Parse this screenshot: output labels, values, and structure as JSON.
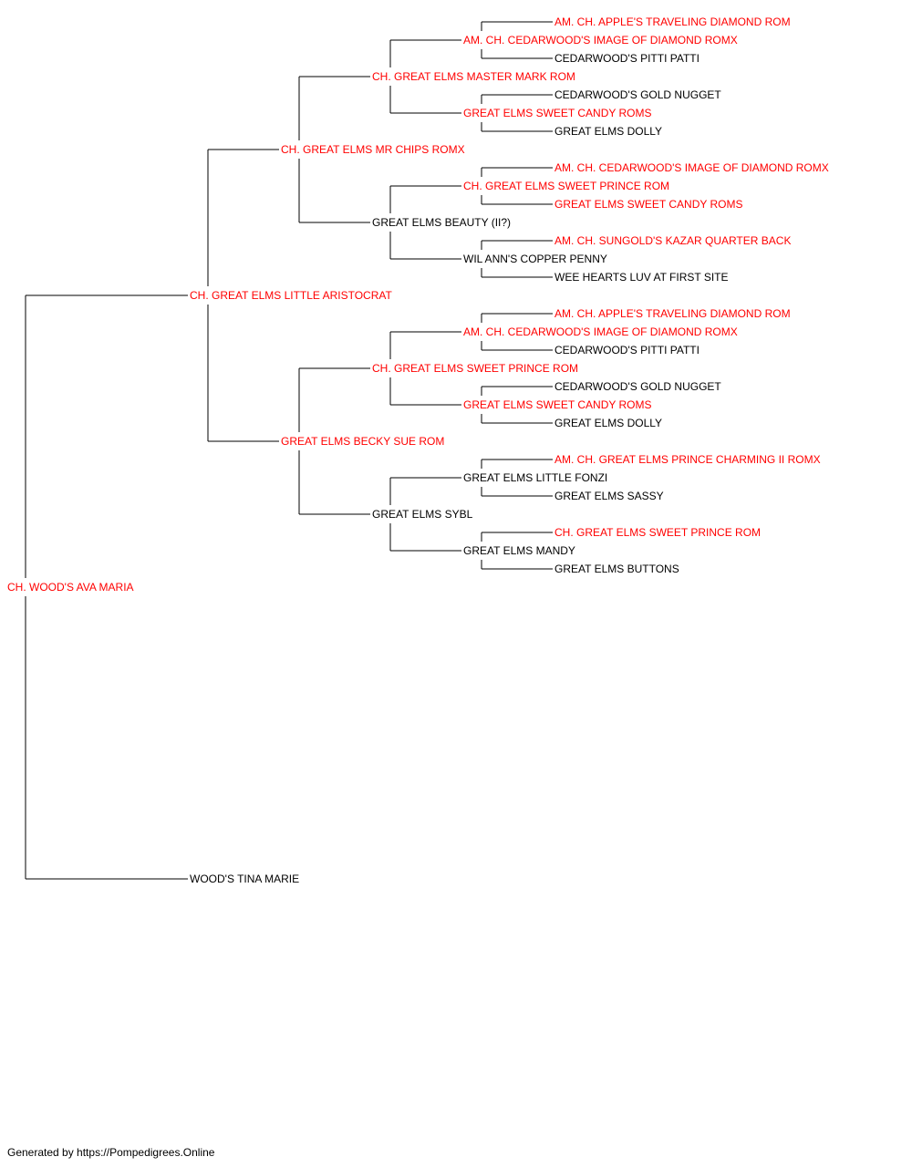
{
  "colors": {
    "titled": "#ff0000",
    "plain": "#000000",
    "line": "#000000"
  },
  "pedigree": {
    "subject": "CH. WOOD'S AVA MARIA",
    "sire": {
      "name": "CH. GREAT ELMS LITTLE ARISTOCRAT",
      "sire": {
        "name": "CH. GREAT ELMS MR CHIPS ROMX",
        "sire": {
          "name": "CH. GREAT ELMS MASTER MARK ROM",
          "sire": {
            "name": "AM. CH. CEDARWOOD'S IMAGE OF DIAMOND ROMX",
            "sire": "AM. CH. APPLE'S TRAVELING DIAMOND ROM",
            "dam": "CEDARWOOD'S PITTI PATTI"
          },
          "dam": {
            "name": "GREAT ELMS SWEET CANDY ROMS",
            "sire": "CEDARWOOD'S GOLD NUGGET",
            "dam": "GREAT ELMS DOLLY"
          }
        },
        "dam": {
          "name": "GREAT ELMS BEAUTY (II?)",
          "sire": {
            "name": "CH. GREAT ELMS SWEET PRINCE ROM",
            "sire": "AM. CH. CEDARWOOD'S IMAGE OF DIAMOND ROMX",
            "dam": "GREAT ELMS SWEET CANDY ROMS"
          },
          "dam": {
            "name": "WIL ANN'S COPPER PENNY",
            "sire": "AM. CH. SUNGOLD'S KAZAR QUARTER BACK",
            "dam": "WEE HEARTS LUV AT FIRST SITE"
          }
        }
      },
      "dam": {
        "name": "GREAT ELMS BECKY SUE ROM",
        "sire": {
          "name": "CH. GREAT ELMS SWEET PRINCE ROM",
          "sire": {
            "name": "AM. CH. CEDARWOOD'S IMAGE OF DIAMOND ROMX",
            "sire": "AM. CH. APPLE'S TRAVELING DIAMOND ROM",
            "dam": "CEDARWOOD'S PITTI PATTI"
          },
          "dam": {
            "name": "GREAT ELMS SWEET CANDY ROMS",
            "sire": "CEDARWOOD'S GOLD NUGGET",
            "dam": "GREAT ELMS DOLLY"
          }
        },
        "dam": {
          "name": "GREAT ELMS SYBL",
          "sire": {
            "name": "GREAT ELMS LITTLE FONZI",
            "sire": "AM. CH. GREAT ELMS PRINCE CHARMING II ROMX",
            "dam": "GREAT ELMS SASSY"
          },
          "dam": {
            "name": "GREAT ELMS MANDY",
            "sire": "CH. GREAT ELMS SWEET PRINCE ROM",
            "dam": "GREAT ELMS BUTTONS"
          }
        }
      }
    },
    "dam": {
      "name": "WOOD'S TINA MARIE"
    }
  },
  "footer": {
    "text": "Generated by https://Pompedigrees.Online"
  }
}
